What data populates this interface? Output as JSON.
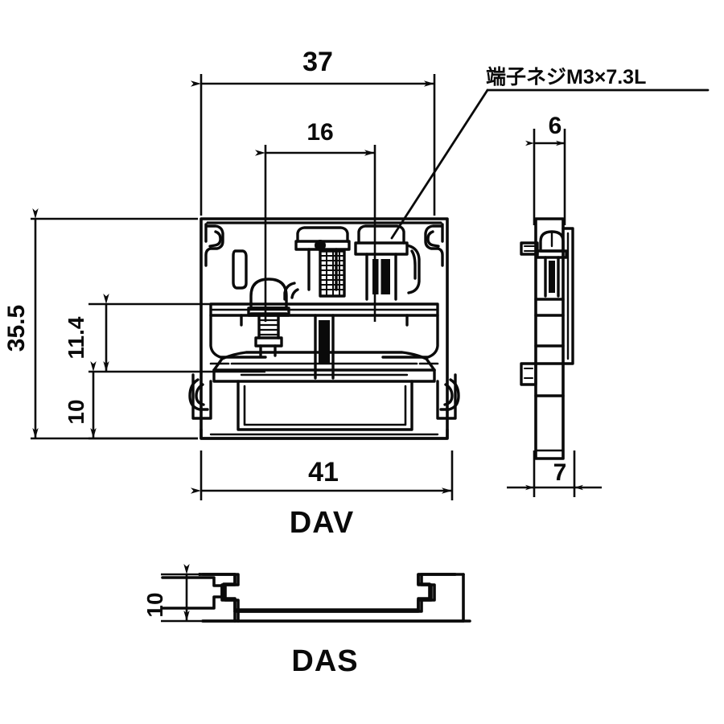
{
  "drawing": {
    "background_color": "#ffffff",
    "line_color": "#0a0a0a",
    "views": {
      "front": {
        "label": "DAV",
        "name": "front-elevation-view"
      },
      "side": {
        "label": "",
        "name": "side-elevation-view"
      },
      "rail": {
        "label": "DAS",
        "name": "rail-profile-view"
      }
    },
    "annotations": {
      "terminal_screw": "端子ネジM3×7.3L"
    },
    "dimensions": {
      "overall_width_top": "37",
      "inner_width": "16",
      "overall_height": "35.5",
      "upper_height": "11.4",
      "lower_height": "10",
      "overall_width_bottom": "41",
      "side_width_top": "6",
      "side_width_bottom": "7",
      "rail_height": "10"
    }
  }
}
